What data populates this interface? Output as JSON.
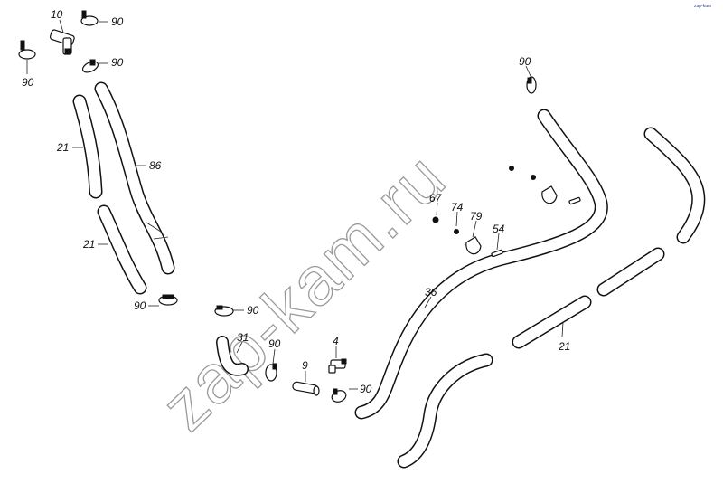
{
  "watermark": "zap-kam.ru",
  "corner_mark": "zap-kam",
  "callouts": [
    {
      "id": "c-10a",
      "text": "10"
    },
    {
      "id": "c-90a",
      "text": "90"
    },
    {
      "id": "c-90b",
      "text": "90"
    },
    {
      "id": "c-90c",
      "text": "90"
    },
    {
      "id": "c-21a",
      "text": "21"
    },
    {
      "id": "c-86",
      "text": "86"
    },
    {
      "id": "c-21b",
      "text": "21"
    },
    {
      "id": "c-90d",
      "text": "90"
    },
    {
      "id": "c-90e",
      "text": "90"
    },
    {
      "id": "c-31",
      "text": "31"
    },
    {
      "id": "c-90f",
      "text": "90"
    },
    {
      "id": "c-9",
      "text": "9"
    },
    {
      "id": "c-4",
      "text": "4"
    },
    {
      "id": "c-90g",
      "text": "90"
    },
    {
      "id": "c-36",
      "text": "36"
    },
    {
      "id": "c-67",
      "text": "67"
    },
    {
      "id": "c-74",
      "text": "74"
    },
    {
      "id": "c-79",
      "text": "79"
    },
    {
      "id": "c-54",
      "text": "54"
    },
    {
      "id": "c-90h",
      "text": "90"
    },
    {
      "id": "c-21c",
      "text": "21"
    }
  ]
}
